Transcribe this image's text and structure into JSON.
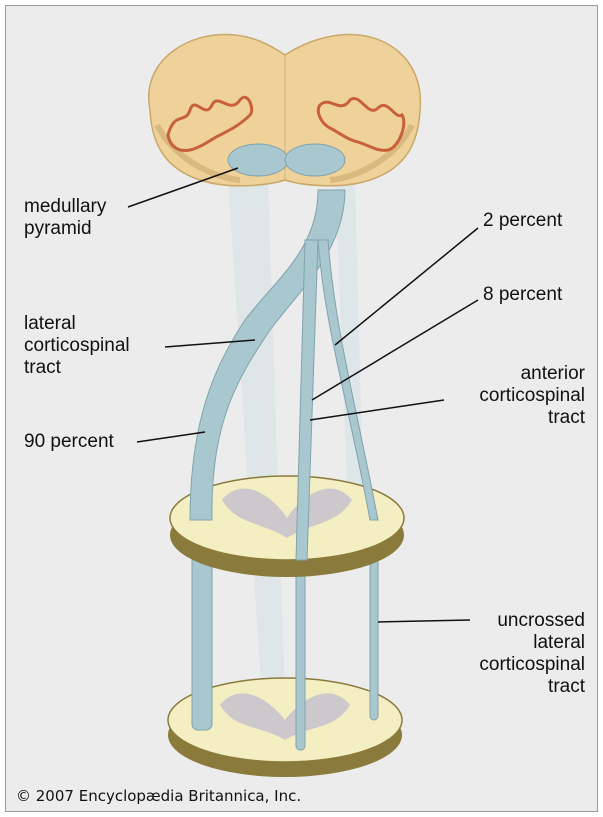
{
  "labels": {
    "medullary_pyramid": [
      "medullary",
      "pyramid"
    ],
    "lateral_corticospinal_tract": [
      "lateral",
      "corticospinal",
      "tract"
    ],
    "ninety_percent": "90 percent",
    "two_percent": "2 percent",
    "eight_percent": "8 percent",
    "anterior_corticospinal_tract": [
      "anterior",
      "corticospinal",
      "tract"
    ],
    "uncrossed_lateral_corticospinal_tract": [
      "uncrossed",
      "lateral",
      "corticospinal",
      "tract"
    ]
  },
  "credit": "© 2007 Encyclopædia Britannica, Inc.",
  "colors": {
    "background": "#ececec",
    "medulla": "#efd29a",
    "cord_section": "#f4efc2",
    "tract": "#a9c7cf",
    "nucleus": "#c8603a",
    "gray_matter": "#c9c3cc"
  }
}
